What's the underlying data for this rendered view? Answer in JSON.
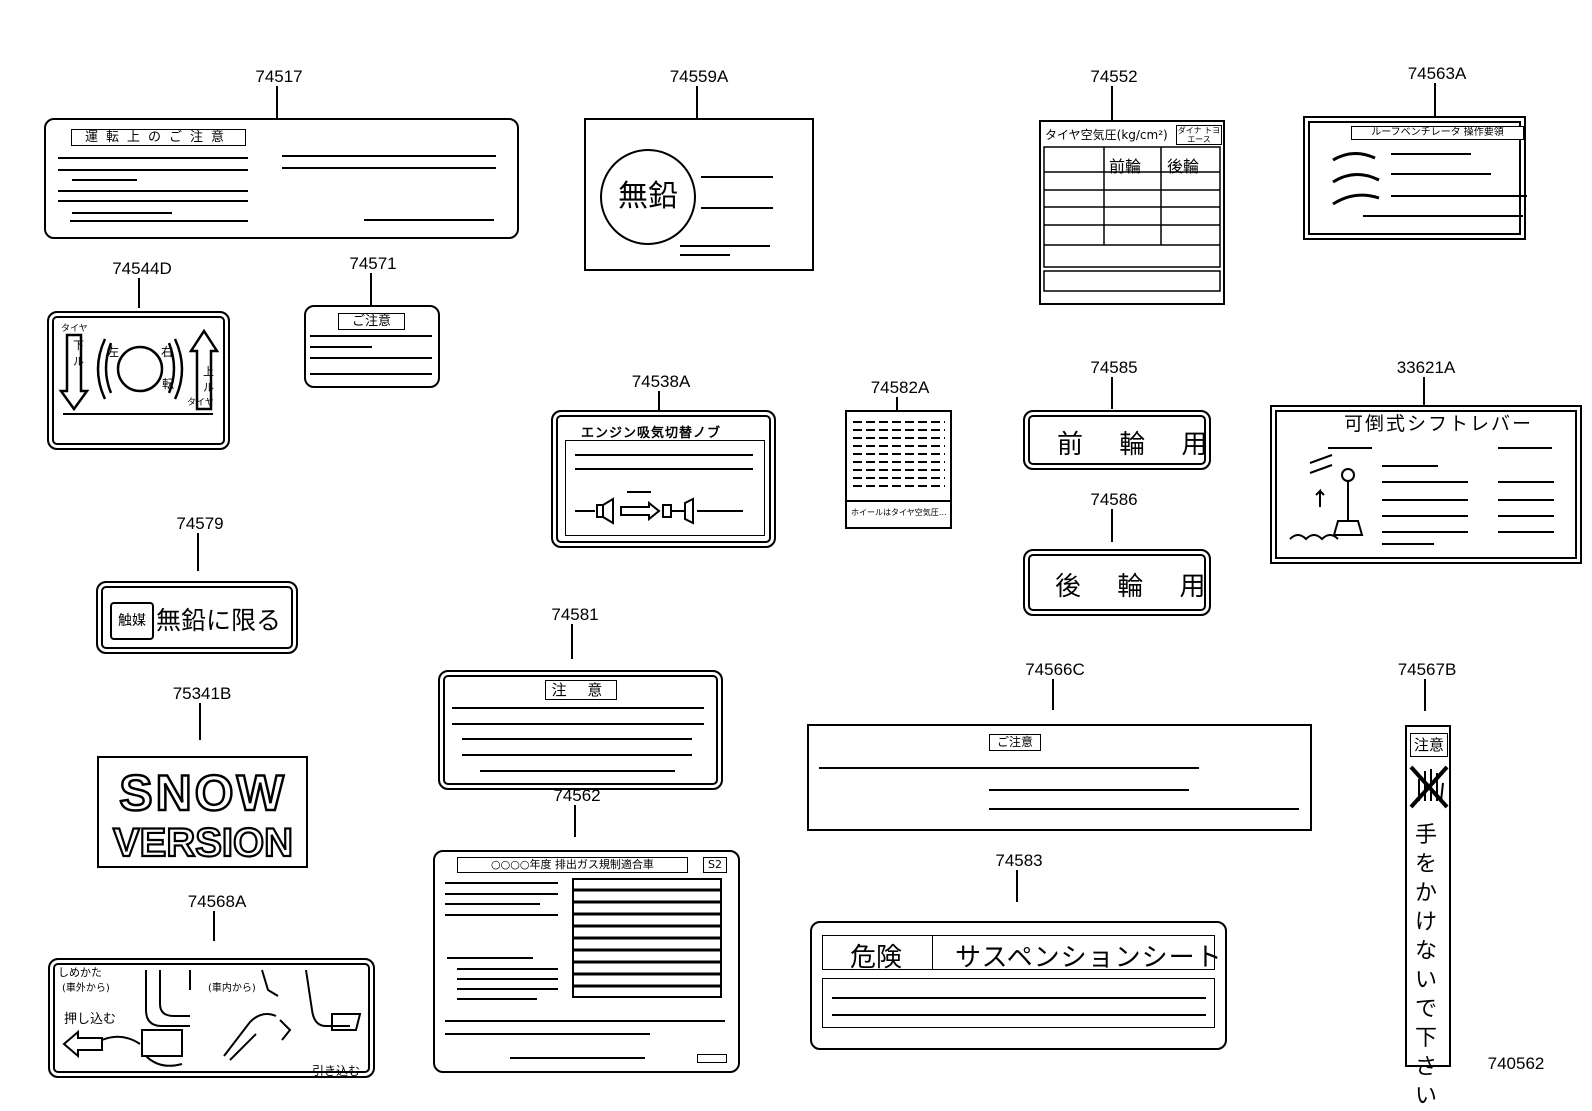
{
  "part_numbers": {
    "p74517": "74517",
    "p74559A": "74559A",
    "p74552": "74552",
    "p74563A": "74563A",
    "p74544D": "74544D",
    "p74571": "74571",
    "p74538A": "74538A",
    "p74582A": "74582A",
    "p74585": "74585",
    "p33621A": "33621A",
    "p74586": "74586",
    "p74579": "74579",
    "p74581": "74581",
    "p74566C": "74566C",
    "p74567B": "74567B",
    "p75341B": "75341B",
    "p74562": "74562",
    "p74583": "74583",
    "p74568A": "74568A",
    "diagram_id": "740562"
  },
  "labels": {
    "l74517_header": "運転上のご注意",
    "l74559A_circle": "無鉛",
    "l74552_title": "タイヤ空気圧(kg/cm²)",
    "l74552_corner": "ダイナ トヨエース",
    "l74552_front": "前輪",
    "l74552_rear": "後輪",
    "l74563A_header": "ルーフベンチレータ 操作要領",
    "l74544D_tire_top": "タイヤ",
    "l74544D_down": "下ル",
    "l74544D_up": "上ル",
    "l74544D_left": "左",
    "l74544D_right": "右",
    "l74544D_turn": "転",
    "l74544D_tire_bottom": "タイヤ",
    "l74571_header": "ご注意",
    "l74538A_header": "エンジン吸気切替ノブ",
    "l74582A_footer": "ホイールはタイヤ空気圧…",
    "l74585_text": "前 輪 用",
    "l33621A_header": "可倒式シフトレバー",
    "l74586_text": "後 輪 用",
    "l74579_badge": "触媒",
    "l74579_text": "無鉛に限る",
    "l74581_header": "注 意",
    "l74566C_header": "ご注意",
    "l74567B_header": "注意",
    "l74567B_text": "手をかけないで下さい",
    "l75341B_line1": "SNOW",
    "l75341B_line2": "VERSION",
    "l74562_header": "○○○○年度 排出ガス規制適合車",
    "l74562_code": "S2",
    "l74583_danger": "危険",
    "l74583_text": "サスペンションシート",
    "l74568A_howto": "しめかた",
    "l74568A_outside": "(車外から)",
    "l74568A_inside": "(車内から)",
    "l74568A_push": "押し込む",
    "l74568A_pull": "引き込む"
  }
}
